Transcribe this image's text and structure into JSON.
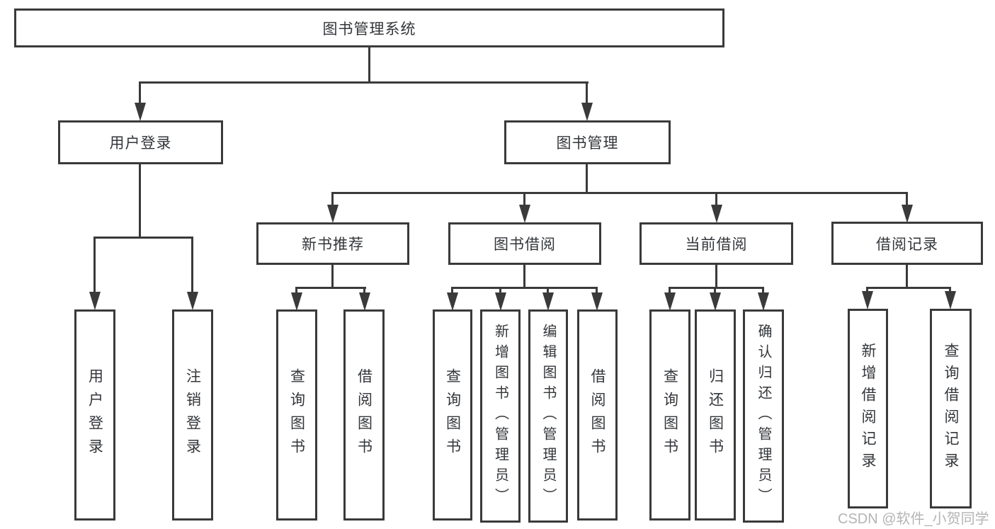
{
  "tree": {
    "root": "图书管理系统",
    "login": "用户登录",
    "management": "图书管理",
    "modules": [
      "新书推荐",
      "图书借阅",
      "当前借阅",
      "借阅记录"
    ],
    "login_children": [
      "用户登录",
      "注销登录"
    ],
    "recommend_children": [
      "查询图书",
      "借阅图书"
    ],
    "borrow_children": [
      "查询图书",
      "新增图书（管理员）",
      "编辑图书（管理员）",
      "借阅图书"
    ],
    "current_children": [
      "查询图书",
      "归还图书",
      "确认归还（管理员）"
    ],
    "records_children": [
      "新增借阅记录",
      "查询借阅记录"
    ]
  },
  "watermark": "CSDN @软件_小贺同学",
  "colors": {
    "line": "#3a3a3a",
    "text": "#33363a",
    "watermark": "#b4b4b4",
    "background": "#ffffff"
  }
}
